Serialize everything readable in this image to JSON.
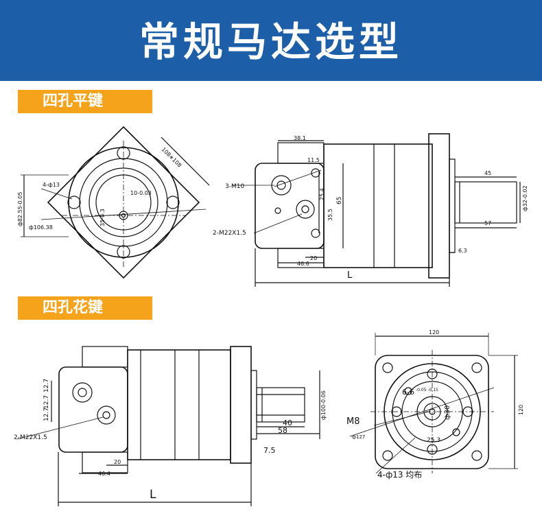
{
  "header": {
    "title": "常规马达选型"
  },
  "sections": [
    {
      "label": "四孔平键"
    },
    {
      "label": "四孔花键"
    }
  ],
  "drawing1": {
    "dim_108": "108∗108",
    "dim_4_phi13": "4-ф13",
    "dim_82_55": "ф82.55-0.05",
    "dim_106_38": "ф106.38",
    "dim_10": "10-0.03",
    "dim_35": "35-0.3",
    "dim_38_1": "38.1",
    "dim_11_5": "11.5",
    "dim_3_m10": "3-M10",
    "dim_25_4": "25.4",
    "dim_65": "65",
    "dim_35_5": "35.5",
    "dim_2_m22": "2-M22X1.5",
    "dim_20": "20",
    "dim_46_6": "46.6",
    "dim_L": "L",
    "dim_45": "45",
    "dim_32": "ф32-0.02",
    "dim_57": "57",
    "dim_6_3": "6.3"
  },
  "drawing2": {
    "dim_12_7a": "12.7",
    "dim_12_7b": "12.7",
    "dim_12_7c": "12.7",
    "dim_2_m22": "2-M22X1.5",
    "dim_20": "20",
    "dim_46_4": "46.4",
    "dim_L": "L",
    "dim_phi100": "ф100-0.06",
    "dim_40": "40",
    "dim_58": "58",
    "dim_7_5": "7.5",
    "dim_120_top": "120",
    "dim_120_side": "120",
    "dim_6_6": "6-6",
    "dim_6_6_tol": "-0.05 -0.15",
    "dim_phi30": "ф30",
    "dim_m8": "M8",
    "dim_phi127": "ф127",
    "dim_25_3": "25.3",
    "dim_4_phi13": "4-ф13 均布"
  }
}
